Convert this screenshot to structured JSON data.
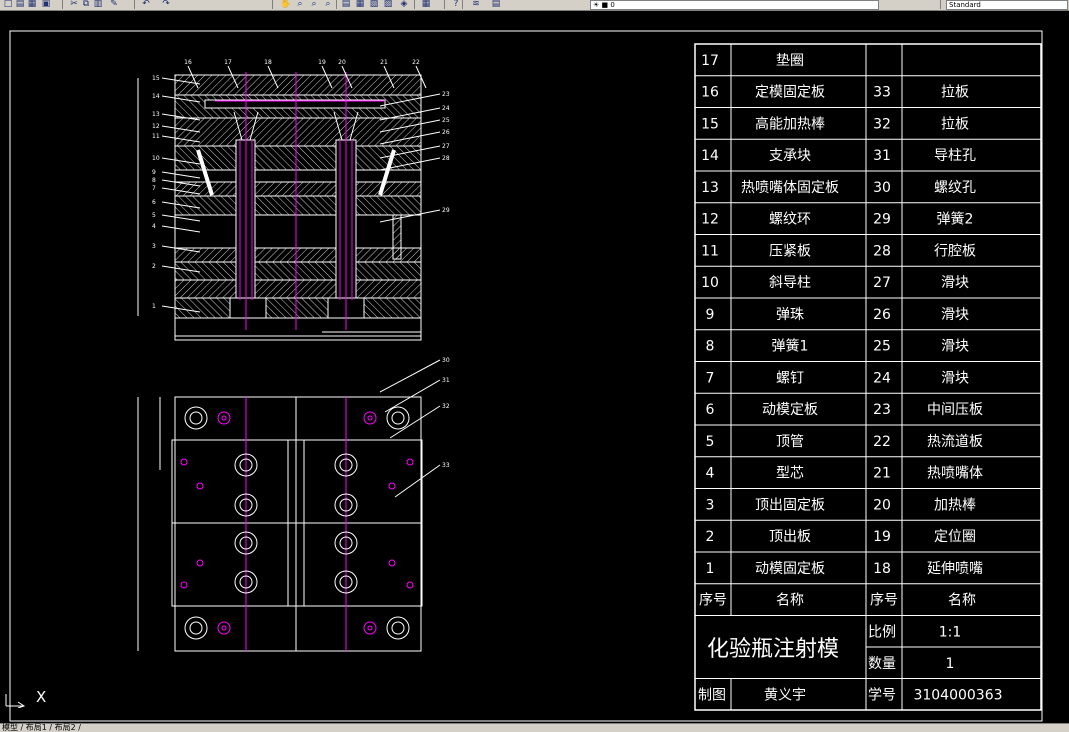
{
  "toolbar": {
    "layer_value": "0",
    "text_style": "Standard",
    "icons": [
      "new-icon",
      "open-icon",
      "save-icon",
      "print-icon",
      "cut-icon",
      "copy-icon",
      "paste-icon",
      "match-prop-icon",
      "undo-icon",
      "redo-icon",
      "pan-icon",
      "zoom-realtime-icon",
      "zoom-window-icon",
      "zoom-previous-icon",
      "properties-icon",
      "design-center-icon",
      "tool-palette-icon",
      "sheet-set-icon",
      "markup-icon",
      "calc-icon",
      "help-icon",
      "layer-manager-icon",
      "layer-state-icon"
    ]
  },
  "status": {
    "layout_tabs": "模型 / 布局1 / 布局2 /"
  },
  "ucs": {
    "axis_label": "X"
  },
  "bom": {
    "rows": [
      {
        "n1": "17",
        "name1": "垫圈",
        "n2": "",
        "name2": ""
      },
      {
        "n1": "16",
        "name1": "定模固定板",
        "n2": "33",
        "name2": "拉板"
      },
      {
        "n1": "15",
        "name1": "高能加热棒",
        "n2": "32",
        "name2": "拉板"
      },
      {
        "n1": "14",
        "name1": "支承块",
        "n2": "31",
        "name2": "导柱孔"
      },
      {
        "n1": "13",
        "name1": "热喷嘴体固定板",
        "n2": "30",
        "name2": "螺纹孔"
      },
      {
        "n1": "12",
        "name1": "螺纹环",
        "n2": "29",
        "name2": "弹簧2"
      },
      {
        "n1": "11",
        "name1": "压紧板",
        "n2": "28",
        "name2": "行腔板"
      },
      {
        "n1": "10",
        "name1": "斜导柱",
        "n2": "27",
        "name2": "滑块"
      },
      {
        "n1": "9",
        "name1": "弹珠",
        "n2": "26",
        "name2": "滑块"
      },
      {
        "n1": "8",
        "name1": "弹簧1",
        "n2": "25",
        "name2": "滑块"
      },
      {
        "n1": "7",
        "name1": "螺钉",
        "n2": "24",
        "name2": "滑块"
      },
      {
        "n1": "6",
        "name1": "动模定板",
        "n2": "23",
        "name2": "中间压板"
      },
      {
        "n1": "5",
        "name1": "顶管",
        "n2": "22",
        "name2": "热流道板"
      },
      {
        "n1": "4",
        "name1": "型芯",
        "n2": "21",
        "name2": "热喷嘴体"
      },
      {
        "n1": "3",
        "name1": "顶出固定板",
        "n2": "20",
        "name2": "加热棒"
      },
      {
        "n1": "2",
        "name1": "顶出板",
        "n2": "19",
        "name2": "定位圈"
      },
      {
        "n1": "1",
        "name1": "动模固定板",
        "n2": "18",
        "name2": "延伸喷嘴"
      }
    ],
    "header": {
      "seq1": "序号",
      "name1": "名称",
      "seq2": "序号",
      "name2": "名称"
    },
    "title": "化验瓶注射模",
    "scale_label": "比例",
    "scale_value": "1:1",
    "qty_label": "数量",
    "qty_value": "1",
    "drawn_label": "制图",
    "drawn_value": "黄义宇",
    "id_label": "学号",
    "id_value": "3104000363"
  },
  "callouts": {
    "top": [
      "16",
      "17",
      "18",
      "19",
      "20",
      "21",
      "22"
    ],
    "left": [
      "15",
      "14",
      "13",
      "12",
      "11",
      "10",
      "9",
      "8",
      "7",
      "6",
      "5",
      "4",
      "3",
      "2",
      "1"
    ],
    "right": [
      "23",
      "24",
      "25",
      "26",
      "27",
      "28",
      "29"
    ],
    "plan": [
      "30",
      "31",
      "32",
      "33"
    ]
  },
  "colors": {
    "background": "#000000",
    "lines": "#ffffff",
    "centerline": "#ff00ff",
    "toolbar": "#d4d0c8"
  }
}
